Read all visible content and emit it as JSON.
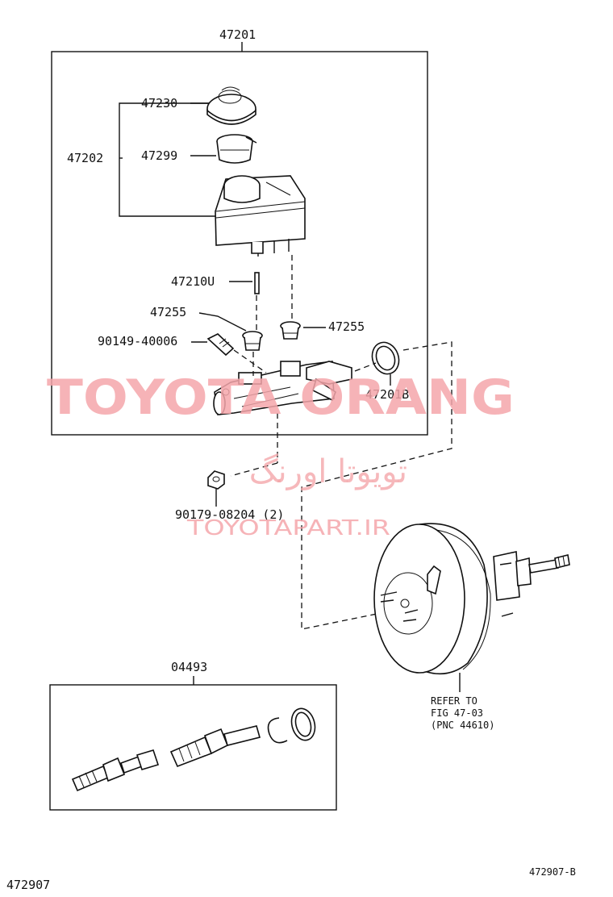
{
  "labels": {
    "assembly": "47201",
    "reservoir": "47202",
    "cap": "47230",
    "strainer": "47299",
    "pin": "47210U",
    "grommet_left": "47255",
    "grommet_right": "47255",
    "union_bolt": "90149-40006",
    "oring": "47201B",
    "nut": "90179-08204",
    "nut_qty": "(2)",
    "kit": "04493",
    "refer_line1": "REFER TO",
    "refer_line2": "FIG 47-03",
    "refer_line3": "(PNC 44610)",
    "figure_number": "472907",
    "figure_code": "472907-B"
  },
  "watermark": {
    "brand": "TOYOTA ORANG",
    "persian": "تویوتا اورنگ",
    "url": "TOYOTAPART.IR",
    "color": "#f4a6aa"
  }
}
